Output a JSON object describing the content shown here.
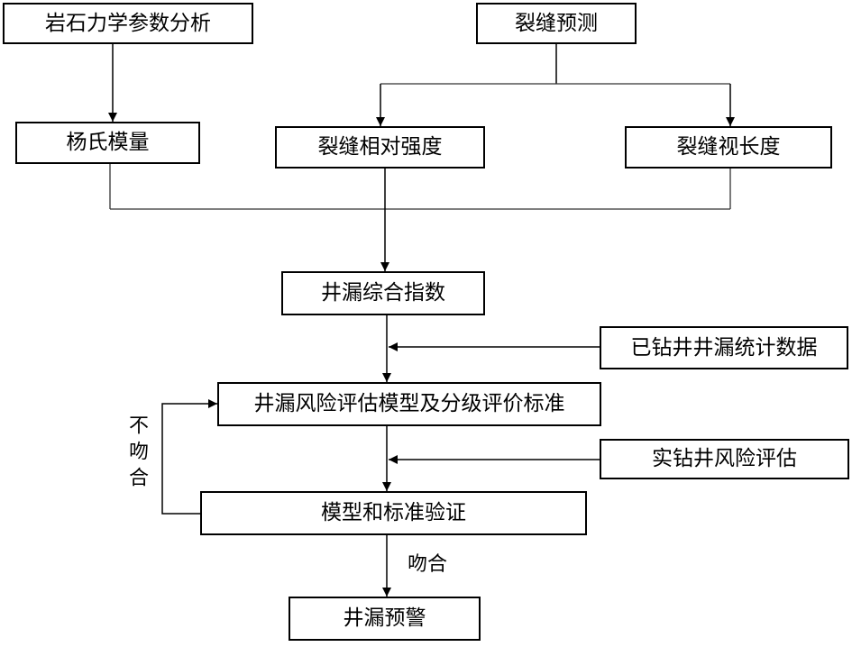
{
  "nodes": {
    "rock_mechanics_analysis": "岩石力学参数分析",
    "fracture_prediction": "裂缝预测",
    "youngs_modulus": "杨氏模量",
    "fracture_relative_strength": "裂缝相对强度",
    "fracture_apparent_length": "裂缝视长度",
    "lost_circulation_index": "井漏综合指数",
    "drilled_well_statistics": "已钻井井漏统计数据",
    "risk_model_and_criteria": "井漏风险评估模型及分级评价标准",
    "actual_well_risk_assessment": "实钻井风险评估",
    "model_validation": "模型和标准验证",
    "lost_circulation_warning": "井漏预警"
  },
  "edge_labels": {
    "mismatch": "不吻合",
    "match": "吻合"
  },
  "colors": {
    "stroke": "#000000",
    "connector": "#333333",
    "background": "#ffffff"
  }
}
